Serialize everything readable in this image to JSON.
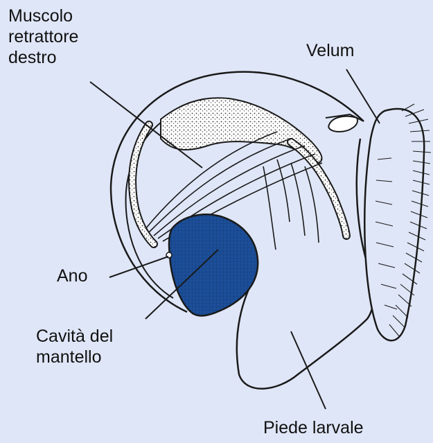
{
  "labels": {
    "muscolo": [
      "Muscolo",
      "retrattore",
      "destro"
    ],
    "velum": "Velum",
    "ano": "Ano",
    "cavita": [
      "Cavità del",
      "mantello"
    ],
    "piede": "Piede larvale"
  },
  "colors": {
    "background": "#dfe6f7",
    "mantle_cavity": "#1c4f9a",
    "line": "#1a1a1a"
  }
}
